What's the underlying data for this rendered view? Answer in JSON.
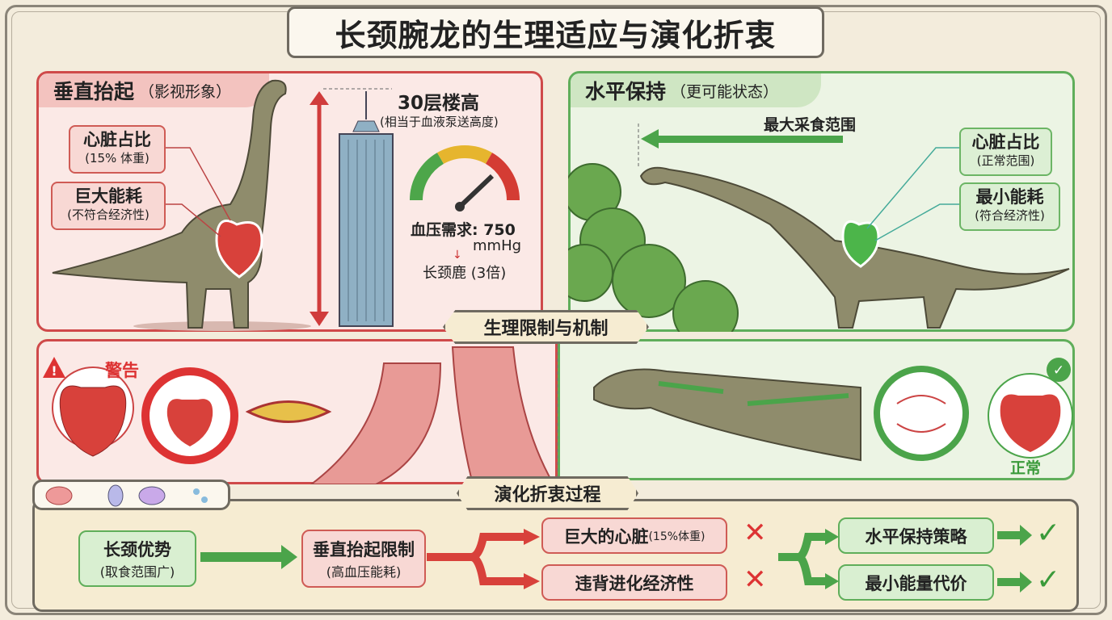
{
  "title": "长颈腕龙的生理适应与演化折衷",
  "left_panel": {
    "tab": "垂直抬起",
    "tab_note": "（影视形象）",
    "callout_heart": {
      "title": "心脏占比",
      "note": "(15% 体重)"
    },
    "callout_energy": {
      "title": "巨大能耗",
      "note": "(不符合经济性)"
    },
    "height_title": "30层楼高",
    "height_note": "(相当于血液泵送高度)",
    "bp_label": "血压需求: 750",
    "bp_unit": "mmHg",
    "arrow": "↓",
    "giraffe": "长颈鹿 (3倍)"
  },
  "right_panel": {
    "tab": "水平保持",
    "tab_note": "（更可能状态）",
    "range_label": "最大采食范围",
    "callout_heart": {
      "title": "心脏占比",
      "note": "(正常范围)"
    },
    "callout_energy": {
      "title": "最小能耗",
      "note": "(符合经济性)"
    }
  },
  "middle": {
    "section": "生理限制与机制",
    "warning": "警告",
    "normal": "正常"
  },
  "bottom": {
    "section": "演化折衷过程",
    "start": {
      "title": "长颈优势",
      "note": "(取食范围广)"
    },
    "limit": {
      "title": "垂直抬起限制",
      "note": "(高血压能耗)"
    },
    "bad1": "巨大的心脏",
    "bad1_note": "(15%体重)",
    "bad2": "违背进化经济性",
    "good1": "水平保持策略",
    "good2": "最小能量代价",
    "cross": "✕",
    "check": "✓"
  },
  "colors": {
    "red": "#cf4a4a",
    "green": "#5fae5a",
    "bg": "#f3ecdc"
  }
}
